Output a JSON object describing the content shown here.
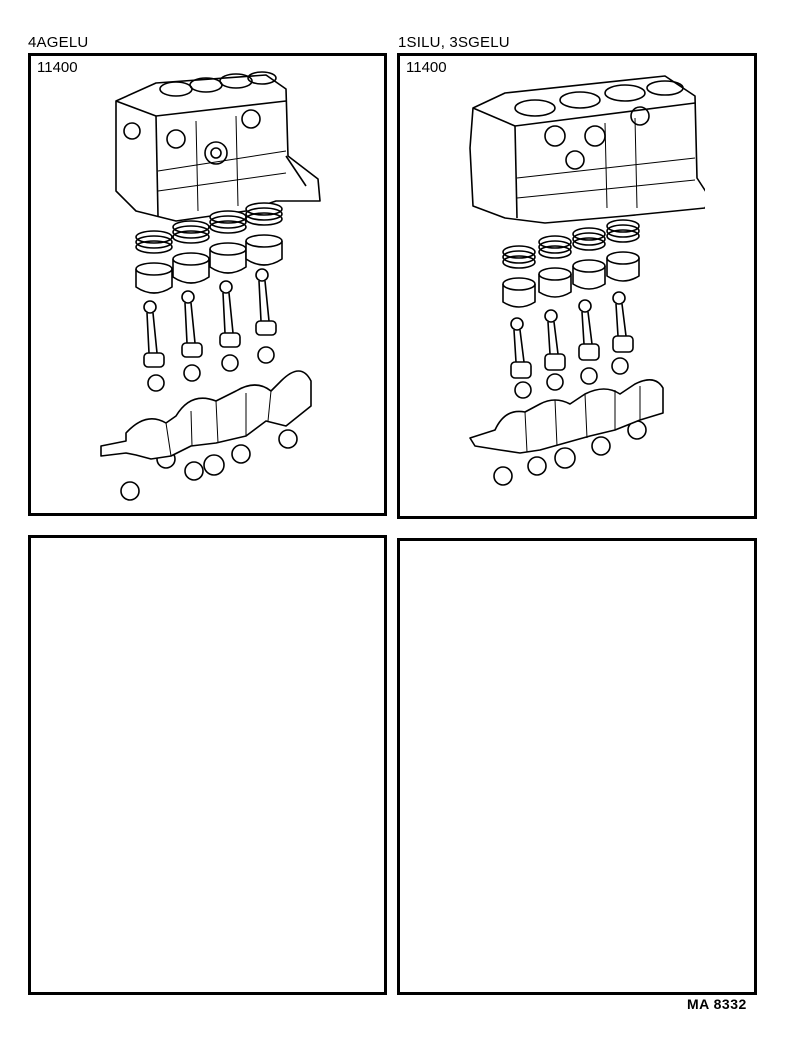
{
  "panels": [
    {
      "caption": "4AGELU",
      "part_number": "11400",
      "illustration": "short-block assembly: cylinder block, piston rings, pistons, connecting rods, bearings, crankshaft"
    },
    {
      "caption": "1SILU, 3SGELU",
      "part_number": "11400",
      "illustration": "short-block assembly: cylinder block, piston rings, pistons, connecting rods, bearings, crankshaft"
    },
    {
      "caption": "",
      "part_number": "",
      "illustration": ""
    },
    {
      "caption": "",
      "part_number": "",
      "illustration": ""
    }
  ],
  "footer": {
    "code": "MA 8332"
  }
}
